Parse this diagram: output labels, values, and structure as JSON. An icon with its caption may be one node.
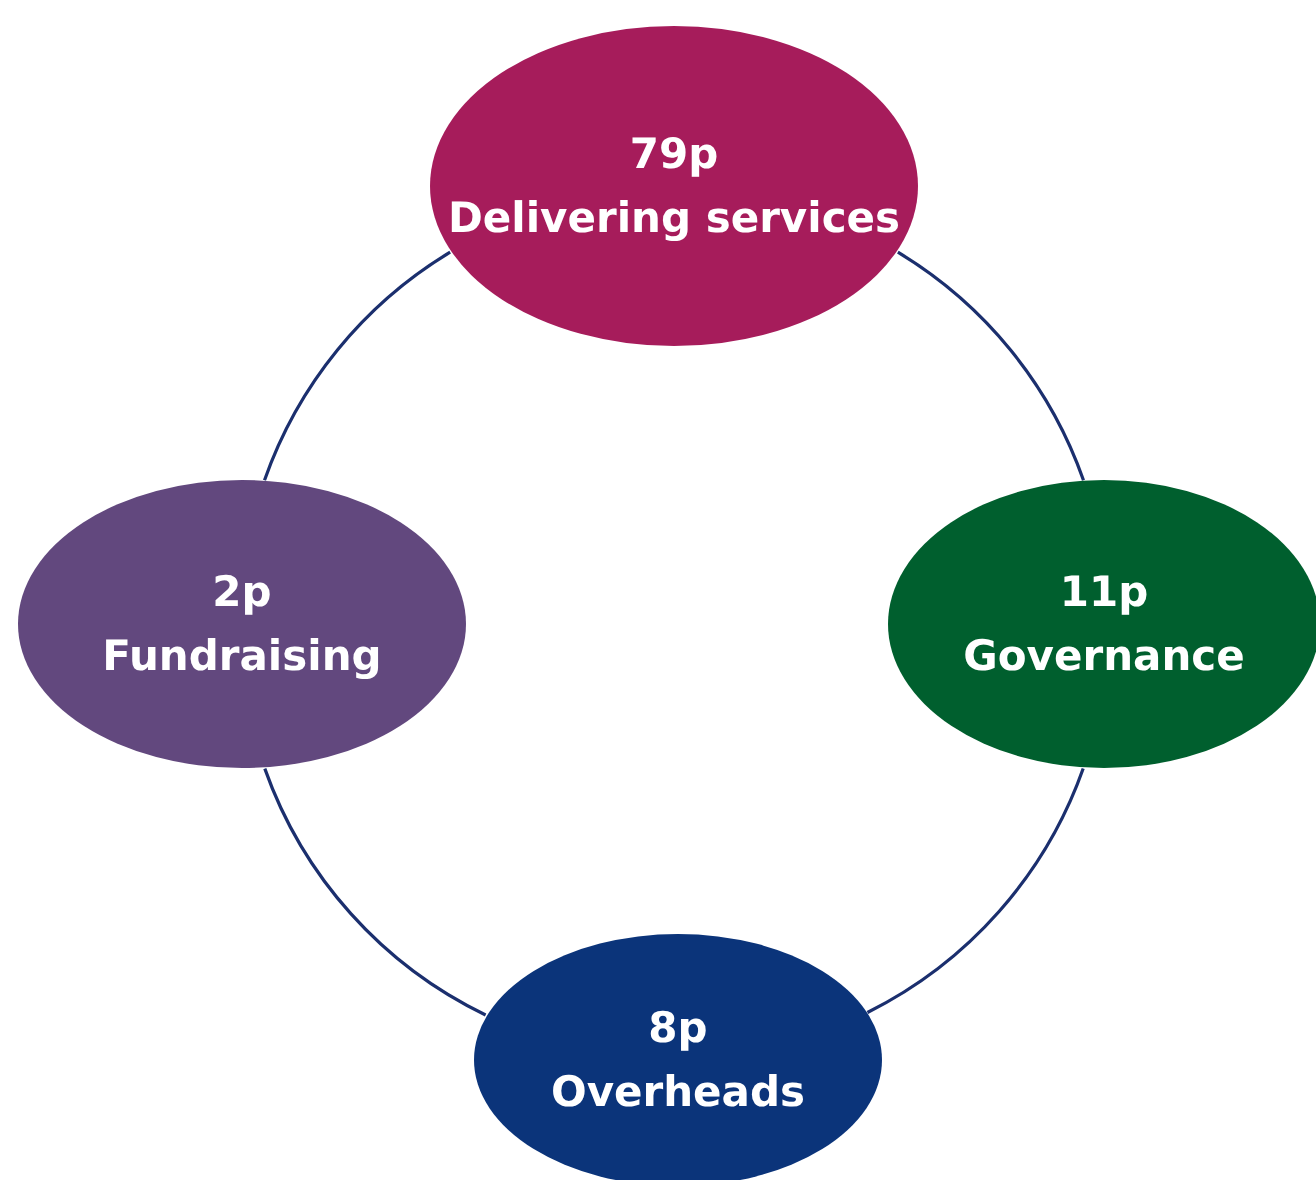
{
  "diagram": {
    "nodes": [
      {
        "text": [
          "79p",
          "Delivering services"
        ]
      },
      {
        "text": [
          "11p",
          "Governance"
        ]
      },
      {
        "text": [
          "8p",
          "Overheads"
        ]
      },
      {
        "text": [
          "2p",
          "Fundraising"
        ]
      }
    ],
    "edges": [
      {
        "from": 0,
        "to": 1,
        "arrow": "none"
      },
      {
        "from": 1,
        "to": 2,
        "arrow": "none"
      },
      {
        "from": 2,
        "to": 3,
        "arrow": "none"
      },
      {
        "from": 3,
        "to": 0,
        "arrow": "none"
      }
    ]
  }
}
